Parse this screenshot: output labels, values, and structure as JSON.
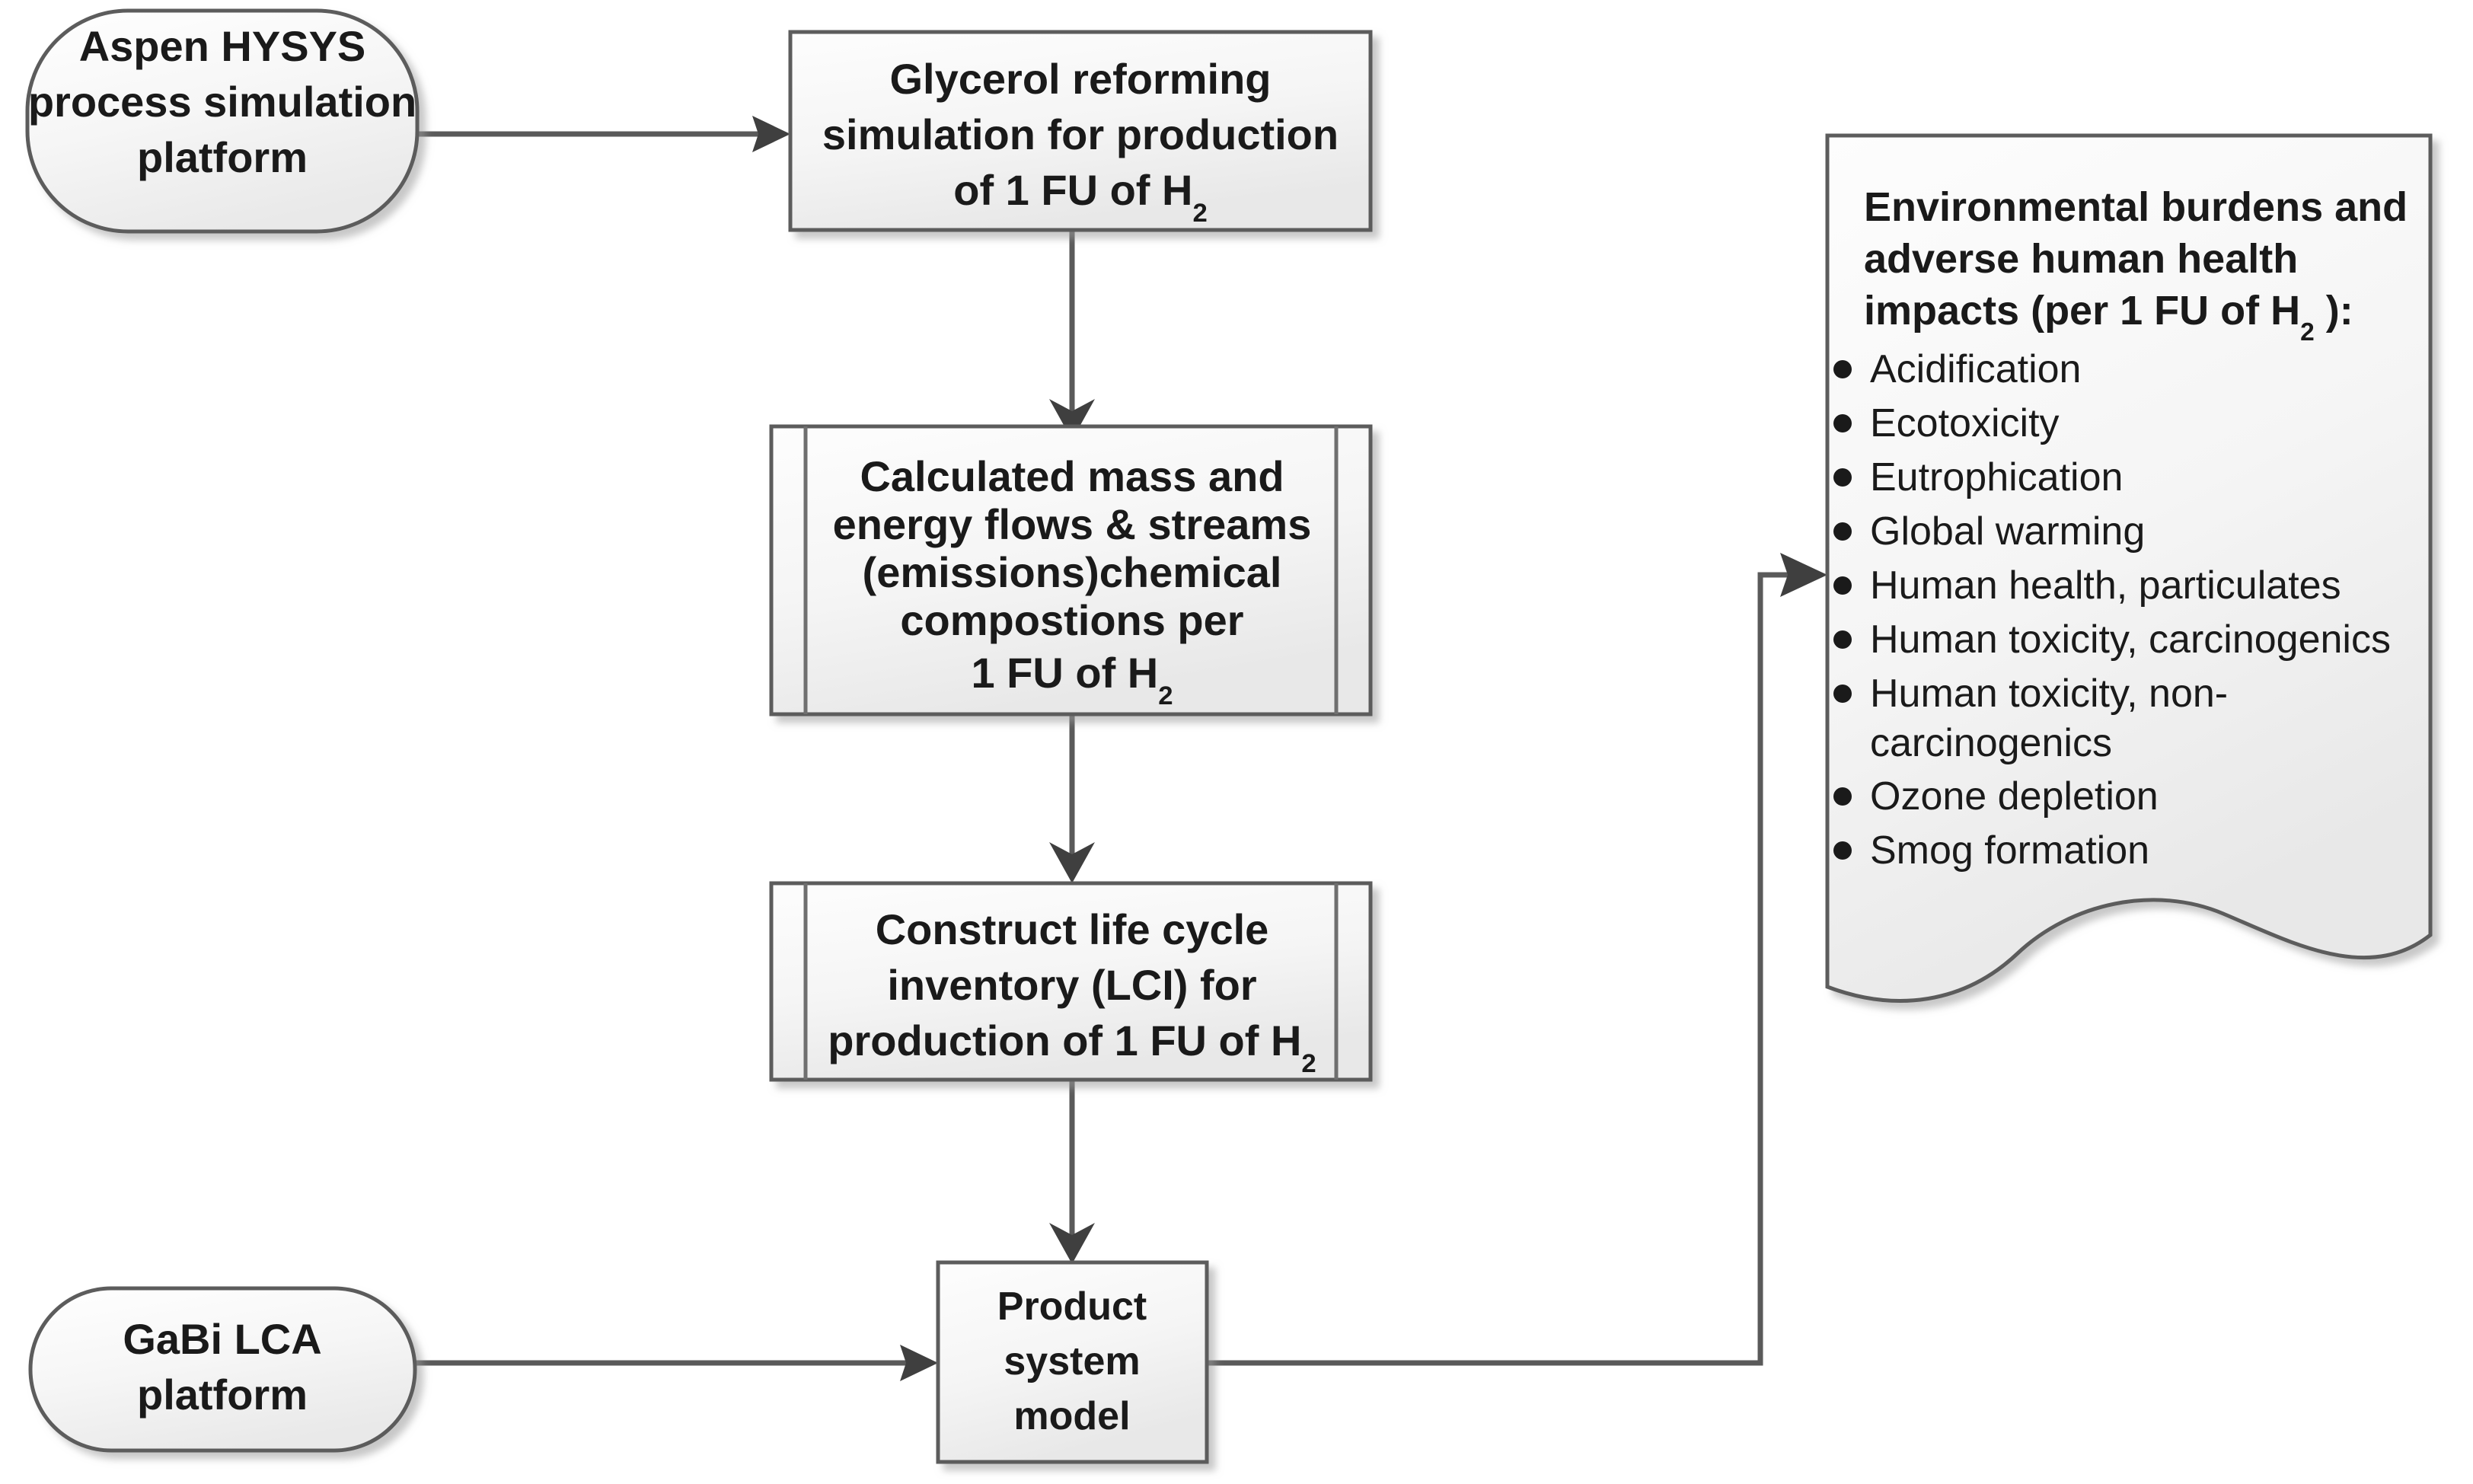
{
  "diagram": {
    "title": "LCA methodology flow for glycerol reforming hydrogen production",
    "colors": {
      "background": "#ffffff",
      "shape_fill_top": "#fbfbfb",
      "shape_fill_bottom": "#ebebeb",
      "shape_stroke": "#5c5c5c",
      "connector": "#5a5a5a",
      "text": "#1a1a1a"
    },
    "nodes": {
      "aspen_platform": {
        "shape": "rounded-terminator",
        "lines": [
          "Aspen HYSYS",
          "process simulation",
          "platform"
        ]
      },
      "glycerol_simulation": {
        "shape": "process-box",
        "lines": [
          "Glycerol reforming",
          "simulation for production",
          "of 1 FU of H₂"
        ],
        "line3_main": "of 1 FU of H",
        "line3_sub": "2"
      },
      "calculated_flows": {
        "shape": "predefined-process",
        "lines": [
          "Calculated mass and",
          "energy flows & streams",
          "(emissions)chemical",
          "compostions per",
          "1 FU of H₂"
        ],
        "line5_main": "1 FU of H",
        "line5_sub": "2"
      },
      "construct_lci": {
        "shape": "predefined-process",
        "lines": [
          "Construct life cycle",
          "inventory (LCI) for",
          "production of 1 FU of H₂"
        ],
        "line3_main": "production of 1 FU of H",
        "line3_sub": "2"
      },
      "gabi_platform": {
        "shape": "rounded-terminator",
        "lines": [
          "GaBi LCA",
          "platform"
        ]
      },
      "product_system_model": {
        "shape": "process-box",
        "lines": [
          "Product",
          "system",
          "model"
        ]
      },
      "results_document": {
        "shape": "document-wavy",
        "heading_lines": [
          "Environmental burdens and",
          "adverse human health",
          "impacts (per 1 FU of H₂ ):"
        ],
        "heading_line3_prefix": "impacts (per 1 FU of H",
        "heading_line3_sub": "2",
        "heading_line3_suffix": " ):",
        "items": [
          {
            "text": "Acidification",
            "lines": [
              "Acidification"
            ]
          },
          {
            "text": "Ecotoxicity",
            "lines": [
              "Ecotoxicity"
            ]
          },
          {
            "text": "Eutrophication",
            "lines": [
              "Eutrophication"
            ]
          },
          {
            "text": "Global warming",
            "lines": [
              "Global warming"
            ]
          },
          {
            "text": "Human health, particulates",
            "lines": [
              "Human health, particulates"
            ]
          },
          {
            "text": "Human toxicity, carcinogenics",
            "lines": [
              "Human toxicity, carcinogenics"
            ]
          },
          {
            "text": "Human toxicity, non-carcinogenics",
            "lines": [
              "Human toxicity, non-",
              "carcinogenics"
            ]
          },
          {
            "text": "Ozone depletion",
            "lines": [
              "Ozone depletion"
            ]
          },
          {
            "text": "Smog formation",
            "lines": [
              "Smog formation"
            ]
          }
        ]
      }
    },
    "connectors": [
      {
        "from": "aspen_platform",
        "to": "glycerol_simulation",
        "direction": "right"
      },
      {
        "from": "glycerol_simulation",
        "to": "calculated_flows",
        "direction": "down"
      },
      {
        "from": "calculated_flows",
        "to": "construct_lci",
        "direction": "down"
      },
      {
        "from": "construct_lci",
        "to": "product_system_model",
        "direction": "down"
      },
      {
        "from": "gabi_platform",
        "to": "product_system_model",
        "direction": "right"
      },
      {
        "from": "product_system_model",
        "to": "results_document",
        "direction": "right-up-right"
      }
    ]
  }
}
